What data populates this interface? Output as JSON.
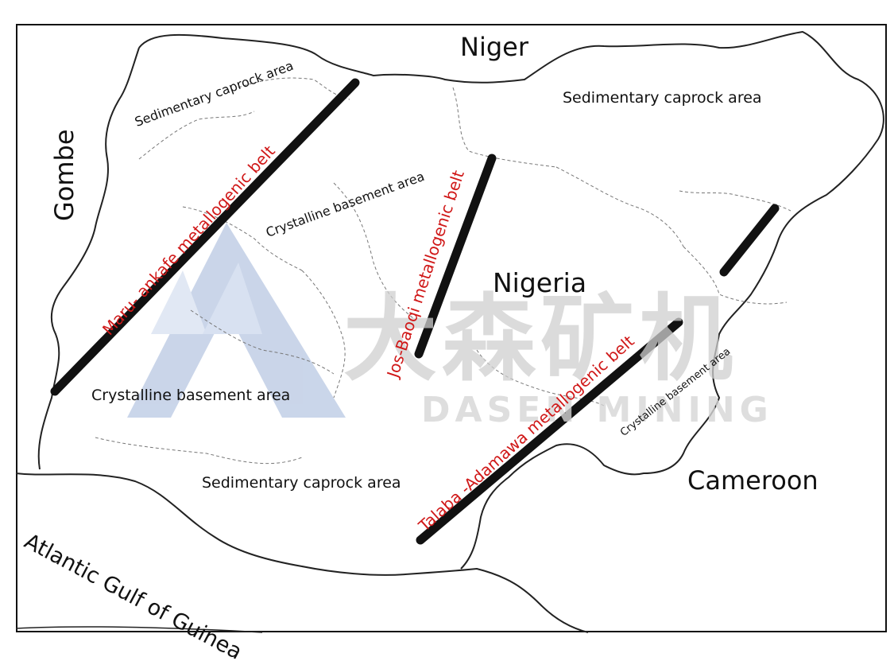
{
  "labels": {
    "niger": "Niger",
    "gombe": "Gombe",
    "nigeria": "Nigeria",
    "cameroon": "Cameroon",
    "atlantic": "Atlantic Gulf of Guinea",
    "sed_nw": "Sedimentary caprock area",
    "sed_ne": "Sedimentary caprock area",
    "sed_s": "Sedimentary caprock area",
    "crys_center": "Crystalline basement area",
    "crys_sw": "Crystalline basement area",
    "crys_e": "Crystalline basement area"
  },
  "belts": {
    "maru": "Maru- ankafe metallogenic belt",
    "jos": "Jos-Baoqi metallogenic belt",
    "talaba": "Talaba -Adamawa metallogenic belt"
  },
  "watermark": {
    "cn": "大森矿机",
    "en": "DASEN MINING"
  },
  "colors": {
    "belt_label": "#d01818",
    "belt_line": "#111111",
    "watermark_logo": "#9fb4d8"
  }
}
